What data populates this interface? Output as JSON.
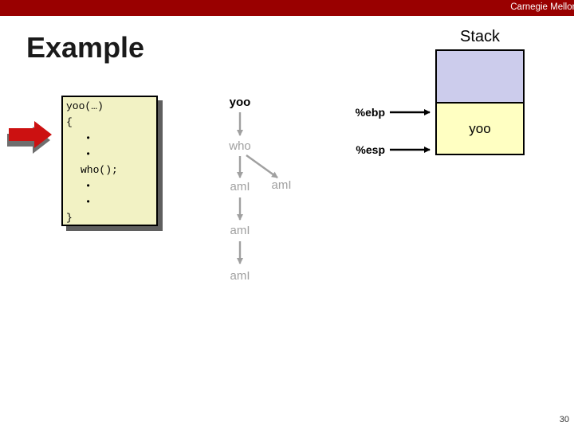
{
  "colors": {
    "bar-red": "#990000",
    "arrow-red": "#cc1111",
    "arrow-shadow": "#6e6e6e",
    "chain-gray": "#a0a0a0",
    "frame-purple": "#ccccec",
    "frame-yellow": "#ffffc2",
    "code-bg": "#f2f2c4",
    "code-shadow": "#5f5f5f"
  },
  "header": {
    "brand": "Carnegie Mellon"
  },
  "slide": {
    "title": "Example",
    "page_number": "30"
  },
  "code_box": {
    "lines": [
      "yoo(…)",
      "{",
      "•",
      "•",
      "who();",
      "•",
      "•",
      "}"
    ]
  },
  "call_chain": {
    "yoo": "yoo",
    "who": "who",
    "ami_left": "amI",
    "ami_right": "amI",
    "ami_mid": "amI",
    "ami_bottom": "amI"
  },
  "stack": {
    "label": "Stack",
    "frames": [
      {
        "label": "",
        "color": "#ccccec"
      },
      {
        "label": "yoo",
        "color": "#ffffc2"
      }
    ],
    "registers": [
      {
        "name": "%ebp"
      },
      {
        "name": "%esp"
      }
    ]
  }
}
